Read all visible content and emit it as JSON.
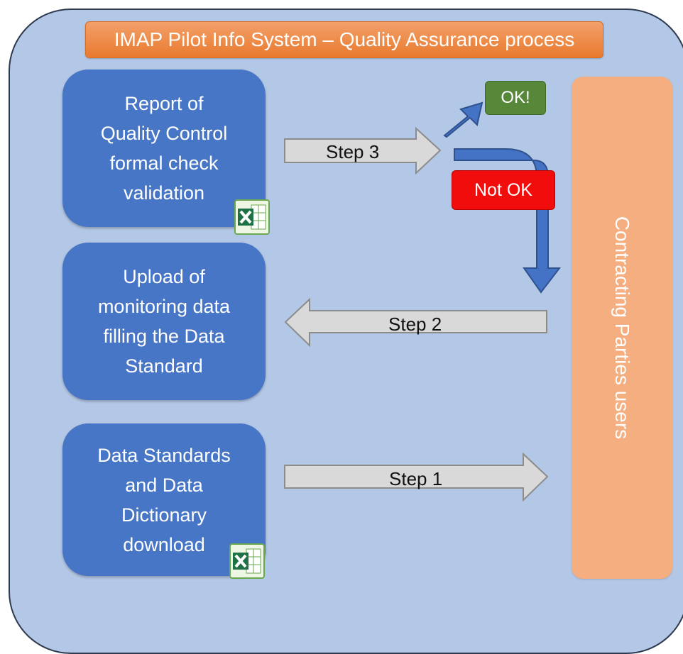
{
  "title": "IMAP Pilot Info System – Quality Assurance process",
  "boxes": {
    "report": "Report of\nQuality Control\nformal check\nvalidation",
    "upload": "Upload of\nmonitoring data\nfilling the Data\nStandard",
    "download": "Data Standards\nand Data\nDictionary\ndownload"
  },
  "steps": {
    "step1": "Step 1",
    "step2": "Step 2",
    "step3": "Step 3"
  },
  "outcomes": {
    "ok": "OK!",
    "not_ok": "Not OK"
  },
  "actor": "Contracting Parties users",
  "icons": [
    "excel-icon",
    "excel-icon"
  ],
  "colors": {
    "panel": "#b3c7e6",
    "box": "#4876c6",
    "title": "#ed7d31",
    "actor": "#f4ae7f",
    "ok": "#57883a",
    "not_ok": "#f20d0d",
    "step_arrow": "#d9d9d9"
  }
}
